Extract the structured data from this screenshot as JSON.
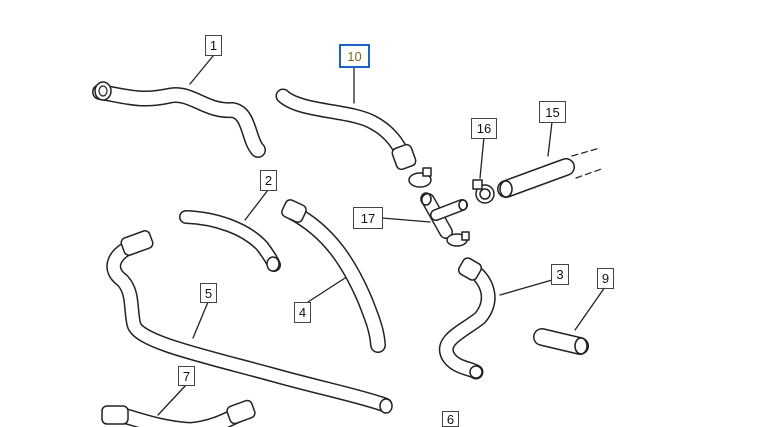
{
  "diagram": {
    "selected_part": "10",
    "callouts": {
      "c1": "1",
      "c2": "2",
      "c3": "3",
      "c4": "4",
      "c5": "5",
      "c6": "6",
      "c7": "7",
      "c9": "9",
      "c10": "10",
      "c15": "15",
      "c16": "16",
      "c17": "17"
    },
    "colors": {
      "selected_border": "#1e64c8",
      "selected_text": "#7a6a1c",
      "line": "#222222"
    }
  }
}
